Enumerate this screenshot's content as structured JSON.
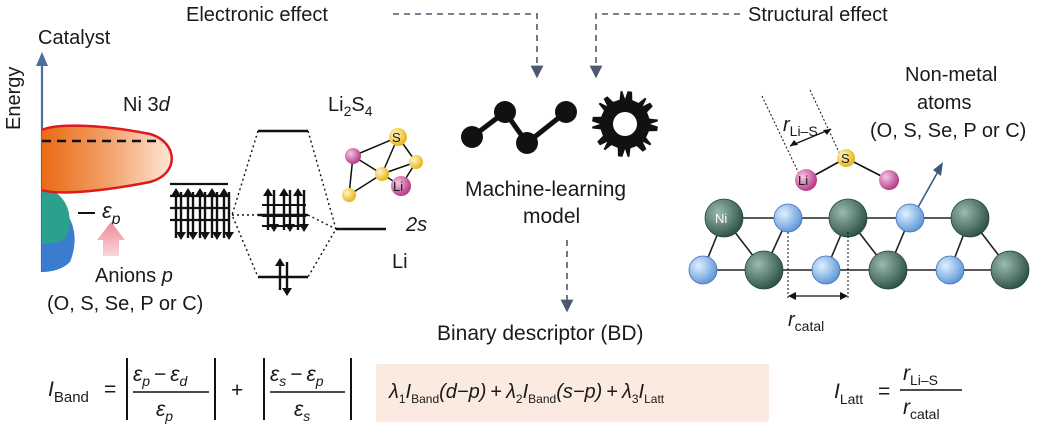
{
  "labels": {
    "electronic_effect": "Electronic effect",
    "structural_effect": "Structural effect",
    "energy": "Energy",
    "catalyst": "Catalyst",
    "ni3d_main": "Ni 3",
    "ni3d_orbital": "d",
    "epsilon_p_sym": "ε",
    "epsilon_p_sub": "p",
    "anions_line1": "Anions",
    "anions_p": "p",
    "anions_line2": "(O, S, Se, P or C)",
    "li2s4_a": "Li",
    "li2s4_b": "2",
    "li2s4_c": "S",
    "li2s4_d": "4",
    "s_atom": "S",
    "li_atom": "Li",
    "level_2s": "2s",
    "li": "Li",
    "ml_line1": "Machine-learning",
    "ml_line2": "model",
    "bd": "Binary descriptor (BD)",
    "nonmetal_line1": "Non-metal",
    "nonmetal_line2": "atoms",
    "nonmetal_line3": "(O, S, Se, P or C)",
    "r_li_s_sym": "r",
    "r_li_s_sub": "Li–S",
    "s_site": "S",
    "li_site": "Li",
    "ni_site": "Ni",
    "r_catal_sym": "r",
    "r_catal_sub": "catal"
  },
  "formulas": {
    "iband_sym": "I",
    "iband_sub": "Band",
    "equals": "=",
    "plus": "+",
    "eps": "ε",
    "p": "p",
    "d": "d",
    "s": "s",
    "minus": "−",
    "combo": {
      "lambda": "λ",
      "one": "1",
      "two": "2",
      "three": "3",
      "I": "I",
      "band": "Band",
      "dp": "(d−p)",
      "sp": "(s−p)",
      "plus": "+",
      "latt": "Latt"
    },
    "ilatt_sym": "I",
    "ilatt_sub": "Latt",
    "r": "r",
    "li_s": "Li–S",
    "catal": "catal"
  },
  "colors": {
    "orange": "#ee7d2b",
    "red_outline": "#e0191f",
    "teal": "#1f9a8a",
    "blue": "#2f6fc0",
    "pink_arrow": "#f2a3ac",
    "sulfur": "#f2c21b",
    "lithium": "#c2559b",
    "nickel": "#3f6a5c",
    "lattice_blue": "#79aee6",
    "axis": "#4a6fa0",
    "dash_arrow": "#4b5a6e",
    "box_fill": "#fbeadf"
  }
}
